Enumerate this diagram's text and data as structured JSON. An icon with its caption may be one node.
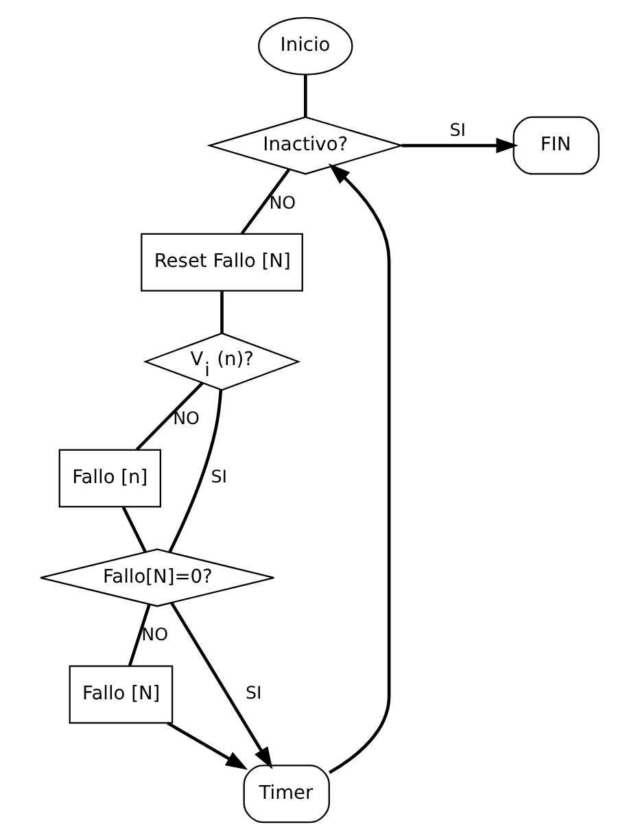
{
  "diagram": {
    "nodes": [
      {
        "text": [
          "Inicio"
        ]
      },
      {
        "text": [
          "Inactivo?"
        ]
      },
      {
        "text": [
          "FIN"
        ]
      },
      {
        "text": [
          "Reset Fallo [N]"
        ]
      },
      {
        "text": [
          "V$_{i}$ (n)?"
        ]
      },
      {
        "text": [
          "Fallo [n]"
        ]
      },
      {
        "text": [
          "Fallo[N]=0?"
        ]
      },
      {
        "text": [
          "Fallo [N]"
        ]
      },
      {
        "text": [
          "Timer"
        ]
      }
    ],
    "edges": [
      {
        "from": 0,
        "to": 1,
        "arrow": "none"
      },
      {
        "from": 1,
        "to": 2,
        "arrow": "to",
        "label": "SI"
      },
      {
        "from": 1,
        "to": 3,
        "arrow": "none",
        "label": "NO"
      },
      {
        "from": 3,
        "to": 4,
        "arrow": "none"
      },
      {
        "from": 4,
        "to": 5,
        "arrow": "none",
        "label": "NO"
      },
      {
        "from": 4,
        "to": 6,
        "arrow": "none",
        "label": "SI"
      },
      {
        "from": 5,
        "to": 6,
        "arrow": "none"
      },
      {
        "from": 6,
        "to": 7,
        "arrow": "none",
        "label": "NO"
      },
      {
        "from": 6,
        "to": 8,
        "arrow": "to",
        "label": "SI"
      },
      {
        "from": 7,
        "to": 8,
        "arrow": "to"
      },
      {
        "from": 8,
        "to": 1,
        "arrow": "to"
      }
    ]
  }
}
